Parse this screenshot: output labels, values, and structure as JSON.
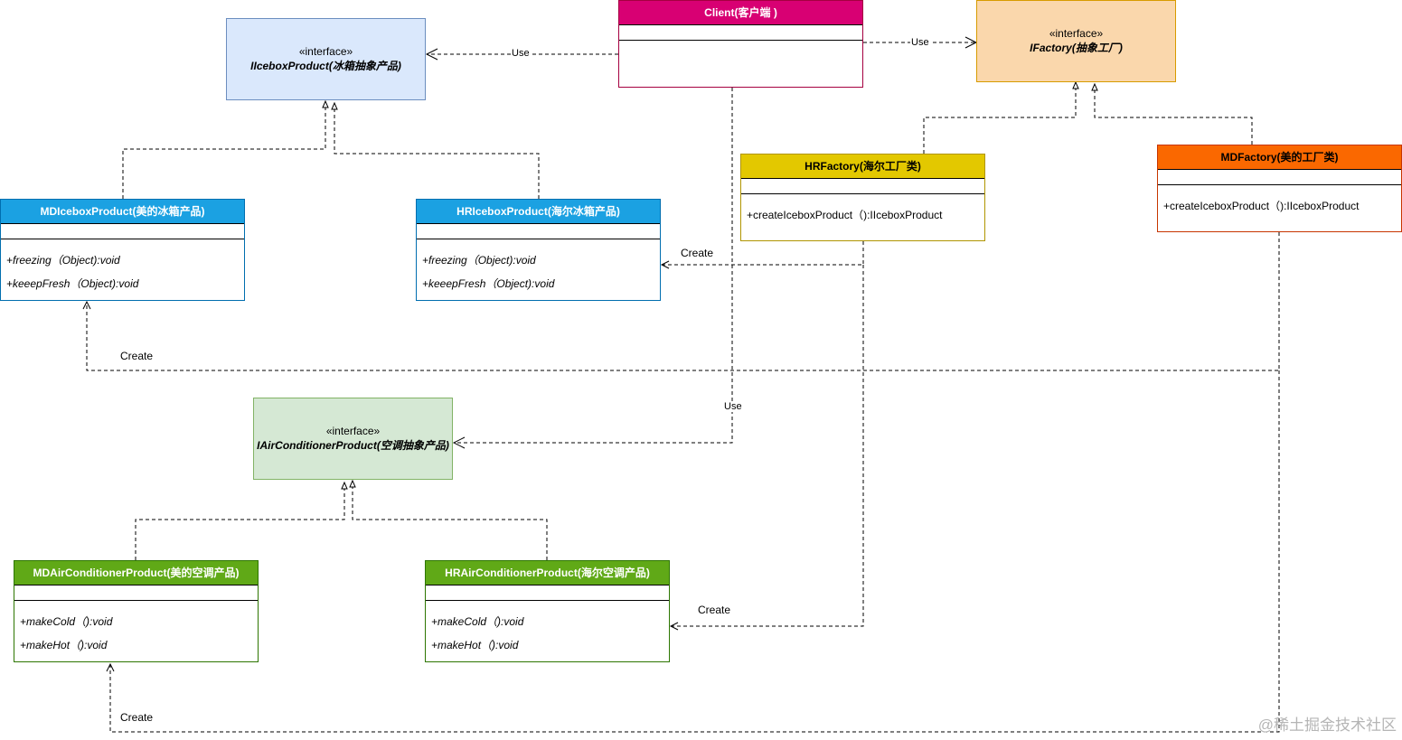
{
  "interfaces": {
    "icebox": {
      "stereotype": "«interface»",
      "name": "IIceboxProduct(冰箱抽象产品)",
      "fill": "#dae8fc"
    },
    "factory": {
      "stereotype": "«interface»",
      "name": "IFactory(抽象工厂)",
      "fill": "#fad7ac"
    },
    "aircon": {
      "stereotype": "«interface»",
      "name": "IAirConditionerProduct(空调抽象产品)",
      "fill": "#d5e8d4"
    }
  },
  "classes": {
    "client": {
      "title": "Client(客户端 )",
      "header_color": "#d80073",
      "border_color": "#a50040",
      "ops": []
    },
    "hr_factory": {
      "title": "HRFactory(海尔工厂类)",
      "header_color": "#e3c800",
      "border_color": "#b09500",
      "ops": [
        "+createIceboxProduct（):IIceboxProduct"
      ]
    },
    "md_factory": {
      "title": "MDFactory(美的工厂类)",
      "header_color": "#fa6800",
      "border_color": "#c73500",
      "ops": [
        "+createIceboxProduct（):IIceboxProduct"
      ]
    },
    "md_icebox": {
      "title": "MDIceboxProduct(美的冰箱产品)",
      "header_color": "#1ba1e2",
      "border_color": "#006eaf",
      "ops": [
        "+freezing（Object):void",
        "+keeepFresh（Object):void"
      ]
    },
    "hr_icebox": {
      "title": "HRIceboxProduct(海尔冰箱产品)",
      "header_color": "#1ba1e2",
      "border_color": "#006eaf",
      "ops": [
        "+freezing（Object):void",
        "+keeepFresh（Object):void"
      ]
    },
    "md_aircon": {
      "title": "MDAirConditionerProduct(美的空调产品)",
      "header_color": "#60a917",
      "border_color": "#2d7600",
      "ops": [
        "+makeCold（):void",
        "+makeHot（):void"
      ]
    },
    "hr_aircon": {
      "title": "HRAirConditionerProduct(海尔空调产品)",
      "header_color": "#60a917",
      "border_color": "#2d7600",
      "ops": [
        "+makeCold（):void",
        "+makeHot（):void"
      ]
    }
  },
  "edge_labels": {
    "use_icebox": "Use",
    "use_factory": "Use",
    "use_aircon": "Use",
    "create_hr_icebox": "Create",
    "create_md_icebox": "Create",
    "create_hr_aircon": "Create",
    "create_md_aircon": "Create"
  },
  "watermark": "@稀土掘金技术社区"
}
